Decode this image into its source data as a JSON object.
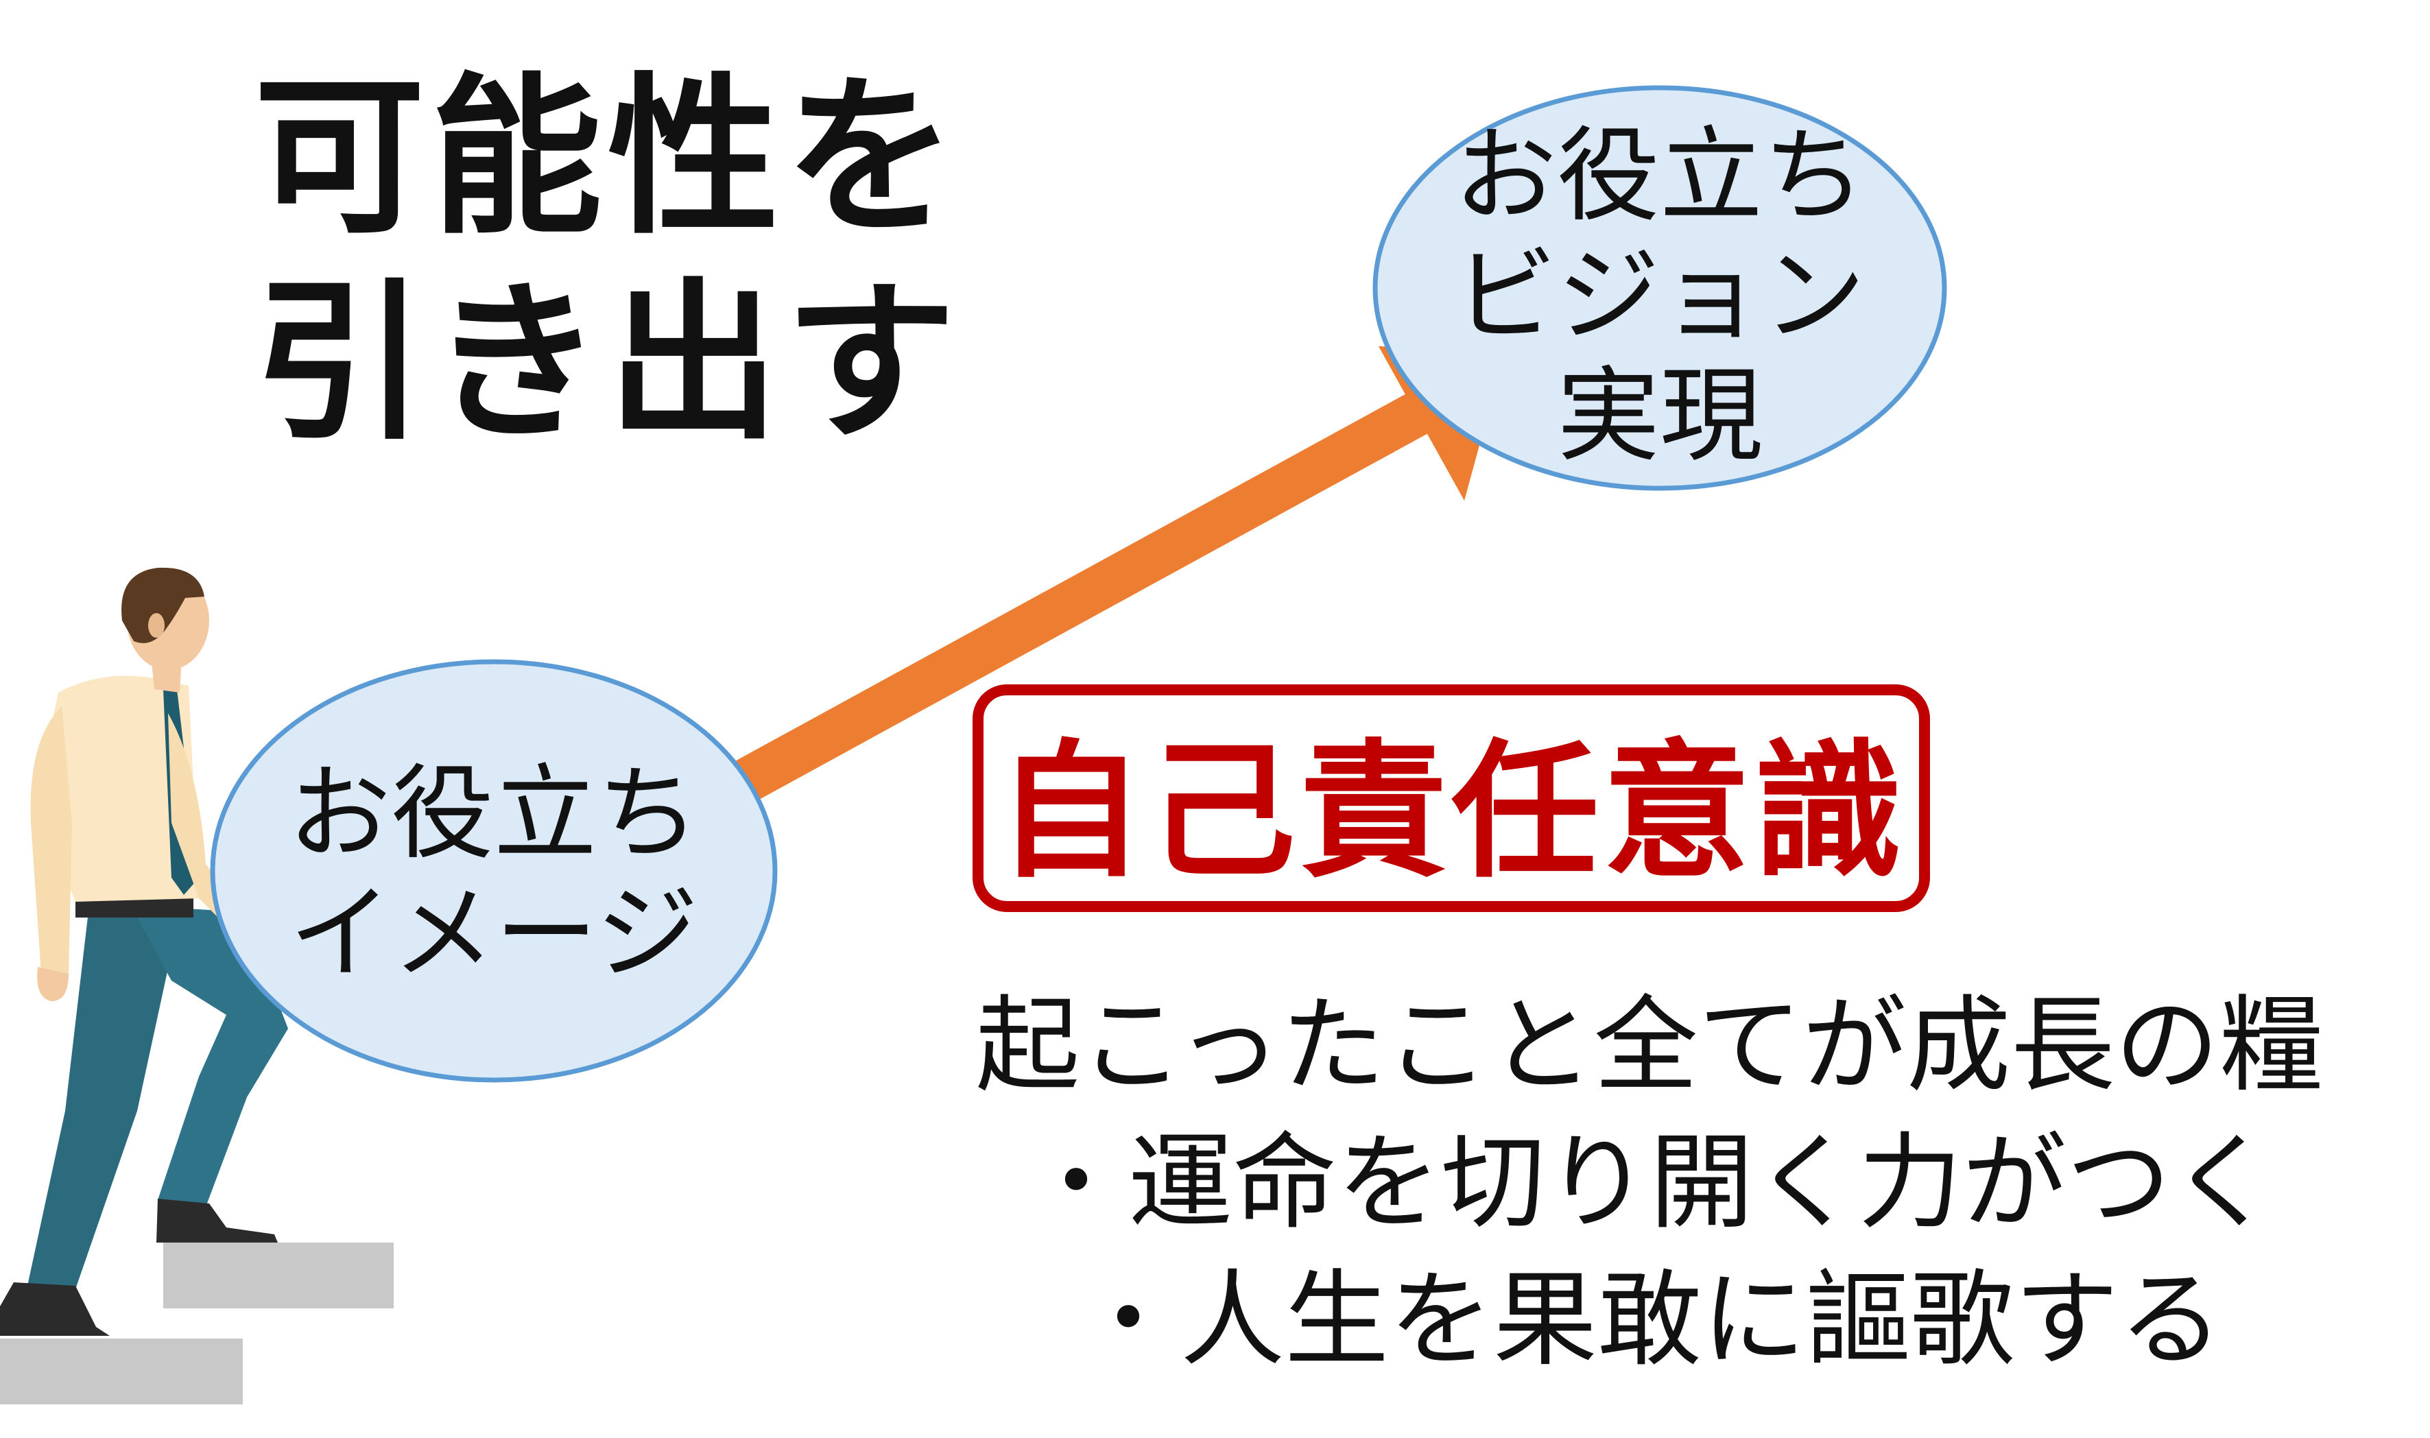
{
  "title": {
    "line1": "可能性を",
    "line2": "引き出す"
  },
  "start_node": {
    "line1": "お役立ち",
    "line2": "イメージ"
  },
  "goal_node": {
    "line1": "お役立ち",
    "line2": "ビジョン",
    "line3": "実現"
  },
  "key_box": {
    "label": "自己責任意識"
  },
  "points": [
    "起こったこと全てが成長の糧",
    "・運命を切り開く力がつく",
    "・人生を果敢に謳歌する"
  ],
  "colors": {
    "arrow": "#ed7d31",
    "ellipse_fill": "#dce9f6",
    "ellipse_stroke": "#5b9bd5",
    "box_accent": "#c00000",
    "stairs": "#c8c8c8"
  },
  "icons": {
    "figure": "businessman-climbing-stairs-icon"
  }
}
